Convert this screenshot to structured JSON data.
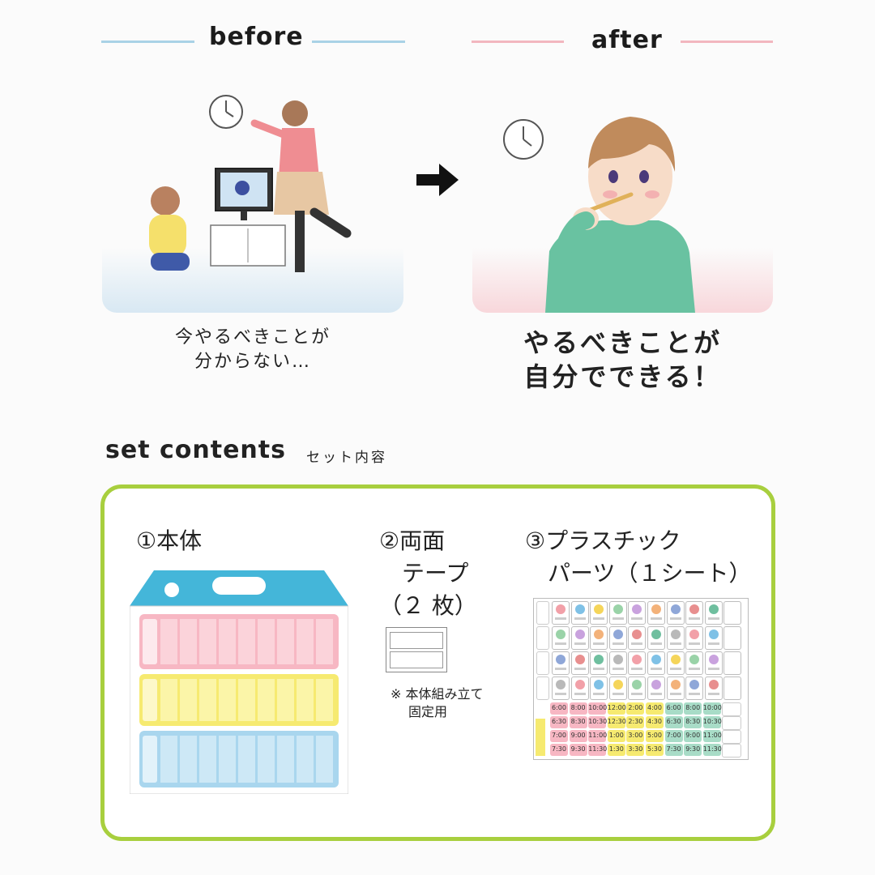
{
  "before": {
    "header": "before",
    "caption_line1": "今やるべきことが",
    "caption_line2": "分からない…",
    "line_color": "#a9d2e6",
    "bg_color": "#d8e8f3"
  },
  "after": {
    "header": "after",
    "caption_line1": "やるべきことが",
    "caption_line2": "自分でできる！",
    "line_color": "#f2b7bf",
    "bg_color": "#f8d7db"
  },
  "arrow_icon": "right-arrow-icon",
  "set_contents": {
    "title": "set contents",
    "subtitle": "セット内容",
    "border_color": "#a8cf3e",
    "item1": {
      "label": "①本体"
    },
    "item2": {
      "label": "②両面\n　テープ\n（２ 枚）",
      "note_line1": "※ 本体組み立て",
      "note_line2": "固定用"
    },
    "item3": {
      "label": "③プラスチック\n　パーツ（１シート）"
    },
    "times_row1": [
      "6:00",
      "8:00",
      "10:00",
      "12:00",
      "2:00",
      "4:00",
      "6:00",
      "8:00",
      "10:00"
    ],
    "times_row2": [
      "6:30",
      "8:30",
      "10:30",
      "12:30",
      "2:30",
      "4:30",
      "6:30",
      "8:30",
      "10:30"
    ],
    "times_row3": [
      "7:00",
      "9:00",
      "11:00",
      "1:00",
      "3:00",
      "5:00",
      "7:00",
      "9:00",
      "11:00"
    ],
    "times_row4": [
      "7:30",
      "9:30",
      "11:30",
      "1:30",
      "3:30",
      "5:30",
      "7:30",
      "9:30",
      "11:30"
    ]
  }
}
